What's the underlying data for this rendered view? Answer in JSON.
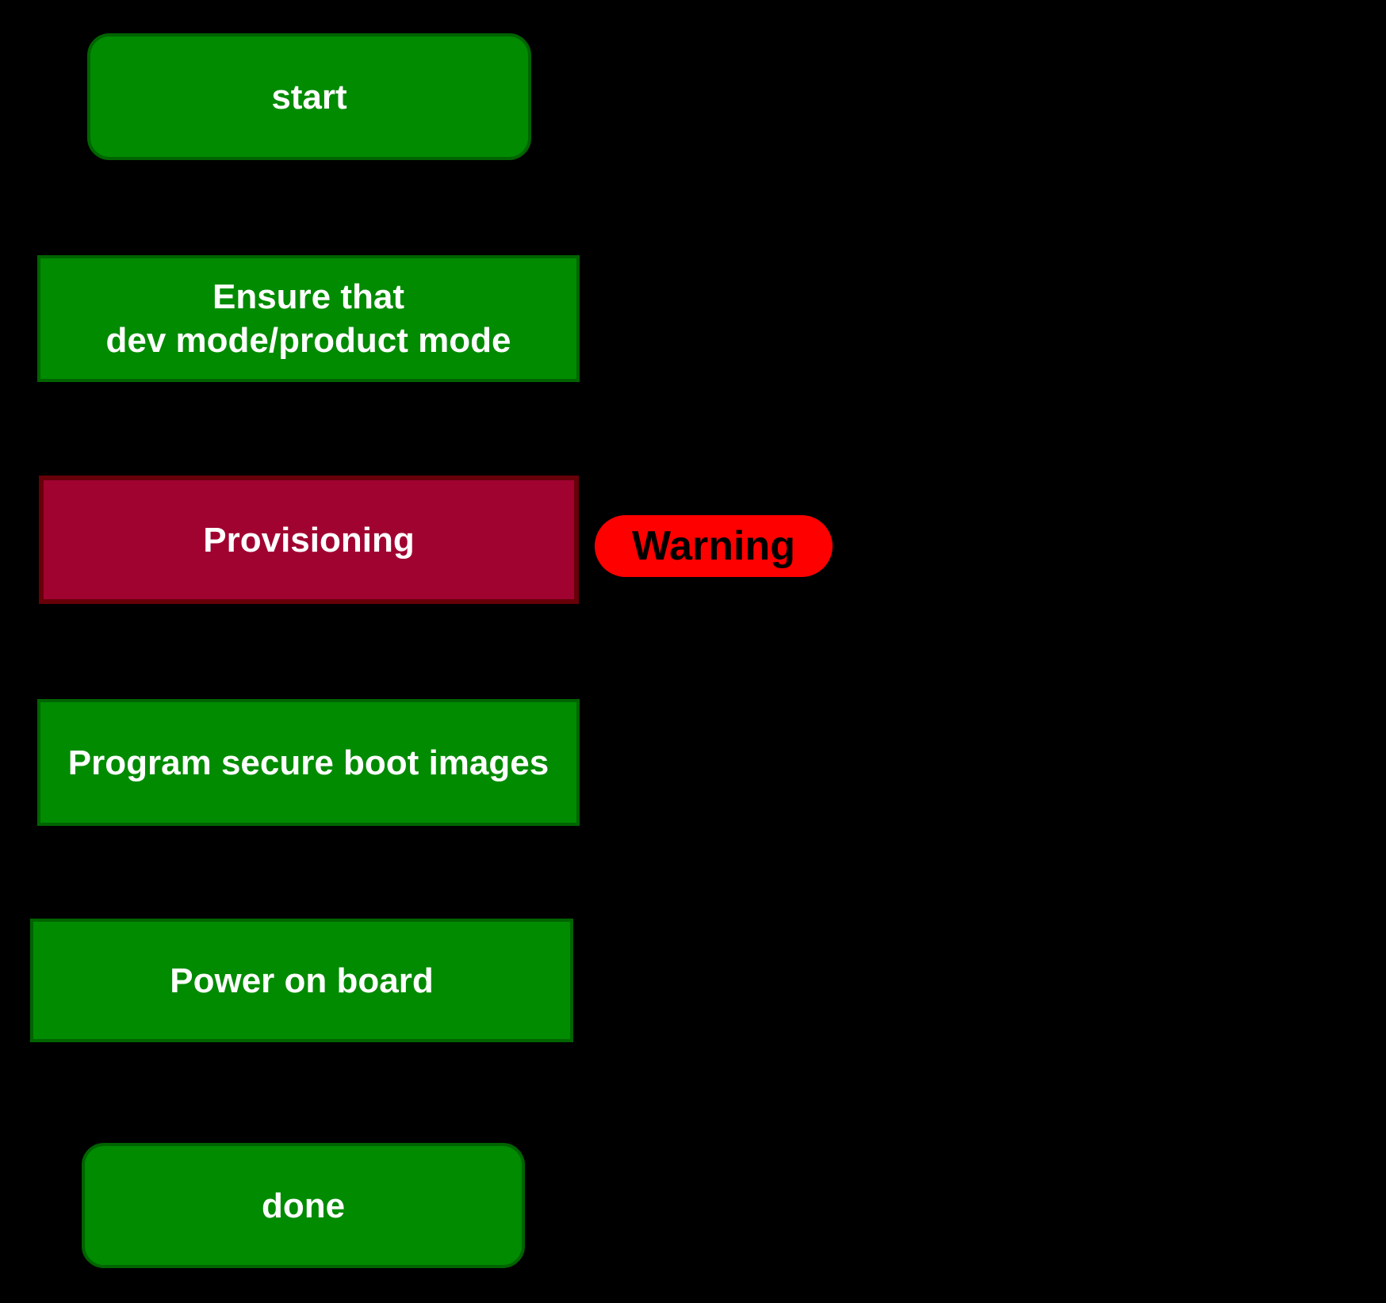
{
  "diagram": {
    "background": "#000000",
    "colors": {
      "node_green_fill": "#008B00",
      "node_green_border": "#006400",
      "provisioning_fill": "#A10331",
      "provisioning_border": "#670009",
      "warning_fill": "#FF0000",
      "node_text": "#FFFFFF",
      "warning_text": "#000000"
    },
    "nodes": {
      "start": {
        "label": "start",
        "shape": "rounded-box",
        "fill": "#008B00",
        "border": "#006400",
        "text_color": "#FFFFFF"
      },
      "ensure": {
        "lines": [
          "Ensure that",
          "dev mode/product mode"
        ],
        "shape": "box",
        "fill": "#008B00",
        "border": "#006400",
        "text_color": "#FFFFFF"
      },
      "provisioning": {
        "label": "Provisioning",
        "shape": "box",
        "fill": "#A10331",
        "border": "#670009",
        "text_color": "#FFFFFF"
      },
      "warning": {
        "label": "Warning",
        "shape": "stadium",
        "fill": "#FF0000",
        "text_color": "#000000"
      },
      "program": {
        "label": "Program secure boot images",
        "shape": "box",
        "fill": "#008B00",
        "border": "#006400",
        "text_color": "#FFFFFF"
      },
      "power": {
        "label": "Power on board",
        "shape": "box",
        "fill": "#008B00",
        "border": "#006400",
        "text_color": "#FFFFFF"
      },
      "done": {
        "label": "done",
        "shape": "rounded-box",
        "fill": "#008B00",
        "border": "#006400",
        "text_color": "#FFFFFF"
      }
    }
  }
}
